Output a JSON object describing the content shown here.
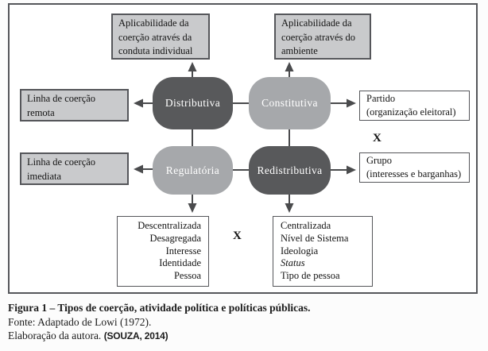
{
  "colors": {
    "dark_node": "#58595B",
    "light_node": "#A6A8AB",
    "gray_box_fill": "#C9CACC",
    "line_and_border": "#4A4B4D",
    "text": "#141414"
  },
  "diagram": {
    "top_left_box": {
      "lines": [
        "Aplicabilidade da",
        "coerção através da",
        "conduta individual"
      ]
    },
    "top_right_box": {
      "lines": [
        "Aplicabilidade da",
        "coerção através do",
        "ambiente"
      ]
    },
    "left_top_box": {
      "lines": [
        "Linha de coerção",
        "remota"
      ]
    },
    "left_bottom_box": {
      "lines": [
        "Linha de coerção",
        "imediata"
      ]
    },
    "nodes": {
      "distributiva": "Distributiva",
      "constitutiva": "Constitutiva",
      "regulatoria": "Regulatória",
      "redistributiva": "Redistributiva"
    },
    "right_top_box": {
      "lines": [
        "Partido",
        "(organização eleitoral)"
      ]
    },
    "right_bottom_box": {
      "lines": [
        "Grupo",
        "(interesses e barganhas)"
      ]
    },
    "bottom_left_box": {
      "lines": [
        "Descentralizada",
        "Desagregada",
        "Interesse",
        "Identidade",
        "Pessoa"
      ]
    },
    "bottom_right_box": {
      "lines": [
        "Centralizada",
        "Nível de Sistema",
        "Ideologia",
        "Status",
        "Tipo de pessoa"
      ]
    },
    "x_right": "X",
    "x_bottom": "X"
  },
  "caption": {
    "title": "Figura 1 – Tipos de coerção, atividade política e políticas públicas.",
    "source": "Fonte: Adaptado de Lowi (1972).",
    "elaboration": "Elaboração da autora.",
    "citation": "(SOUZA, 2014)"
  }
}
